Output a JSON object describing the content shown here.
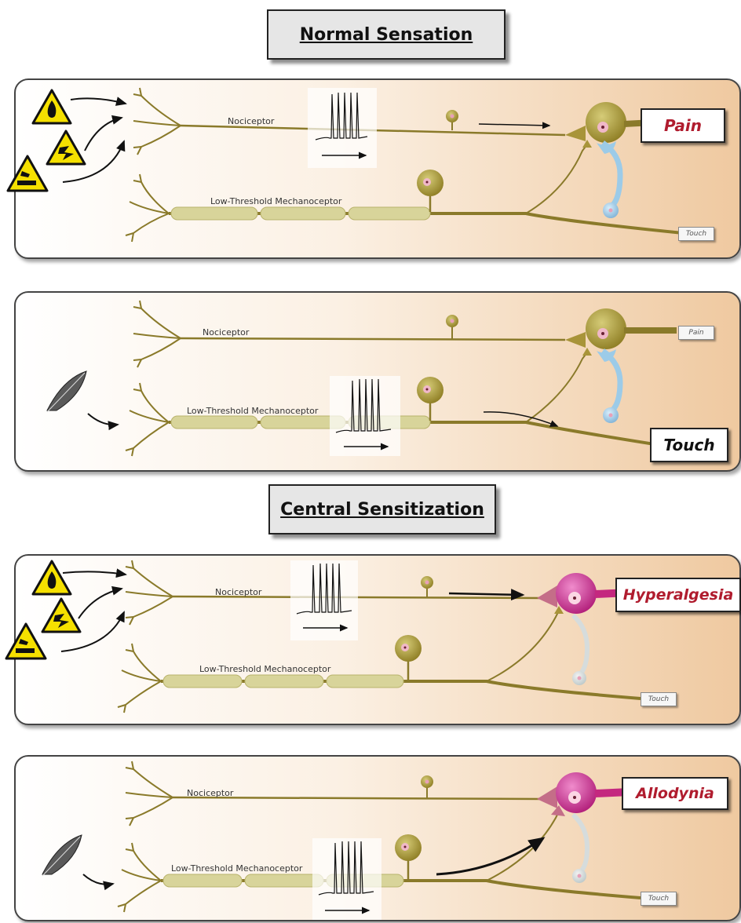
{
  "sections": {
    "normal_title": "Normal Sensation",
    "central_title": "Central Sensitization"
  },
  "labels": {
    "nociceptor": "Nociceptor",
    "mechanoceptor": "Low-Threshold Mechanoceptor"
  },
  "panels": [
    {
      "output_primary": "Pain",
      "output_secondary": "Touch"
    },
    {
      "output_primary": "Touch",
      "output_secondary": "Pain"
    },
    {
      "output_primary": "Hyperalgesia",
      "output_secondary": "Touch"
    },
    {
      "output_primary": "Allodynia",
      "output_secondary": "Touch"
    }
  ],
  "colors": {
    "axon": "#8a7a2a",
    "myelin": "#d8d49a",
    "sensitized_neuron": "#c4287f",
    "interneuron": "#9ccbe8",
    "output_red": "#b01c2e",
    "hazard_yellow": "#f5e000"
  }
}
